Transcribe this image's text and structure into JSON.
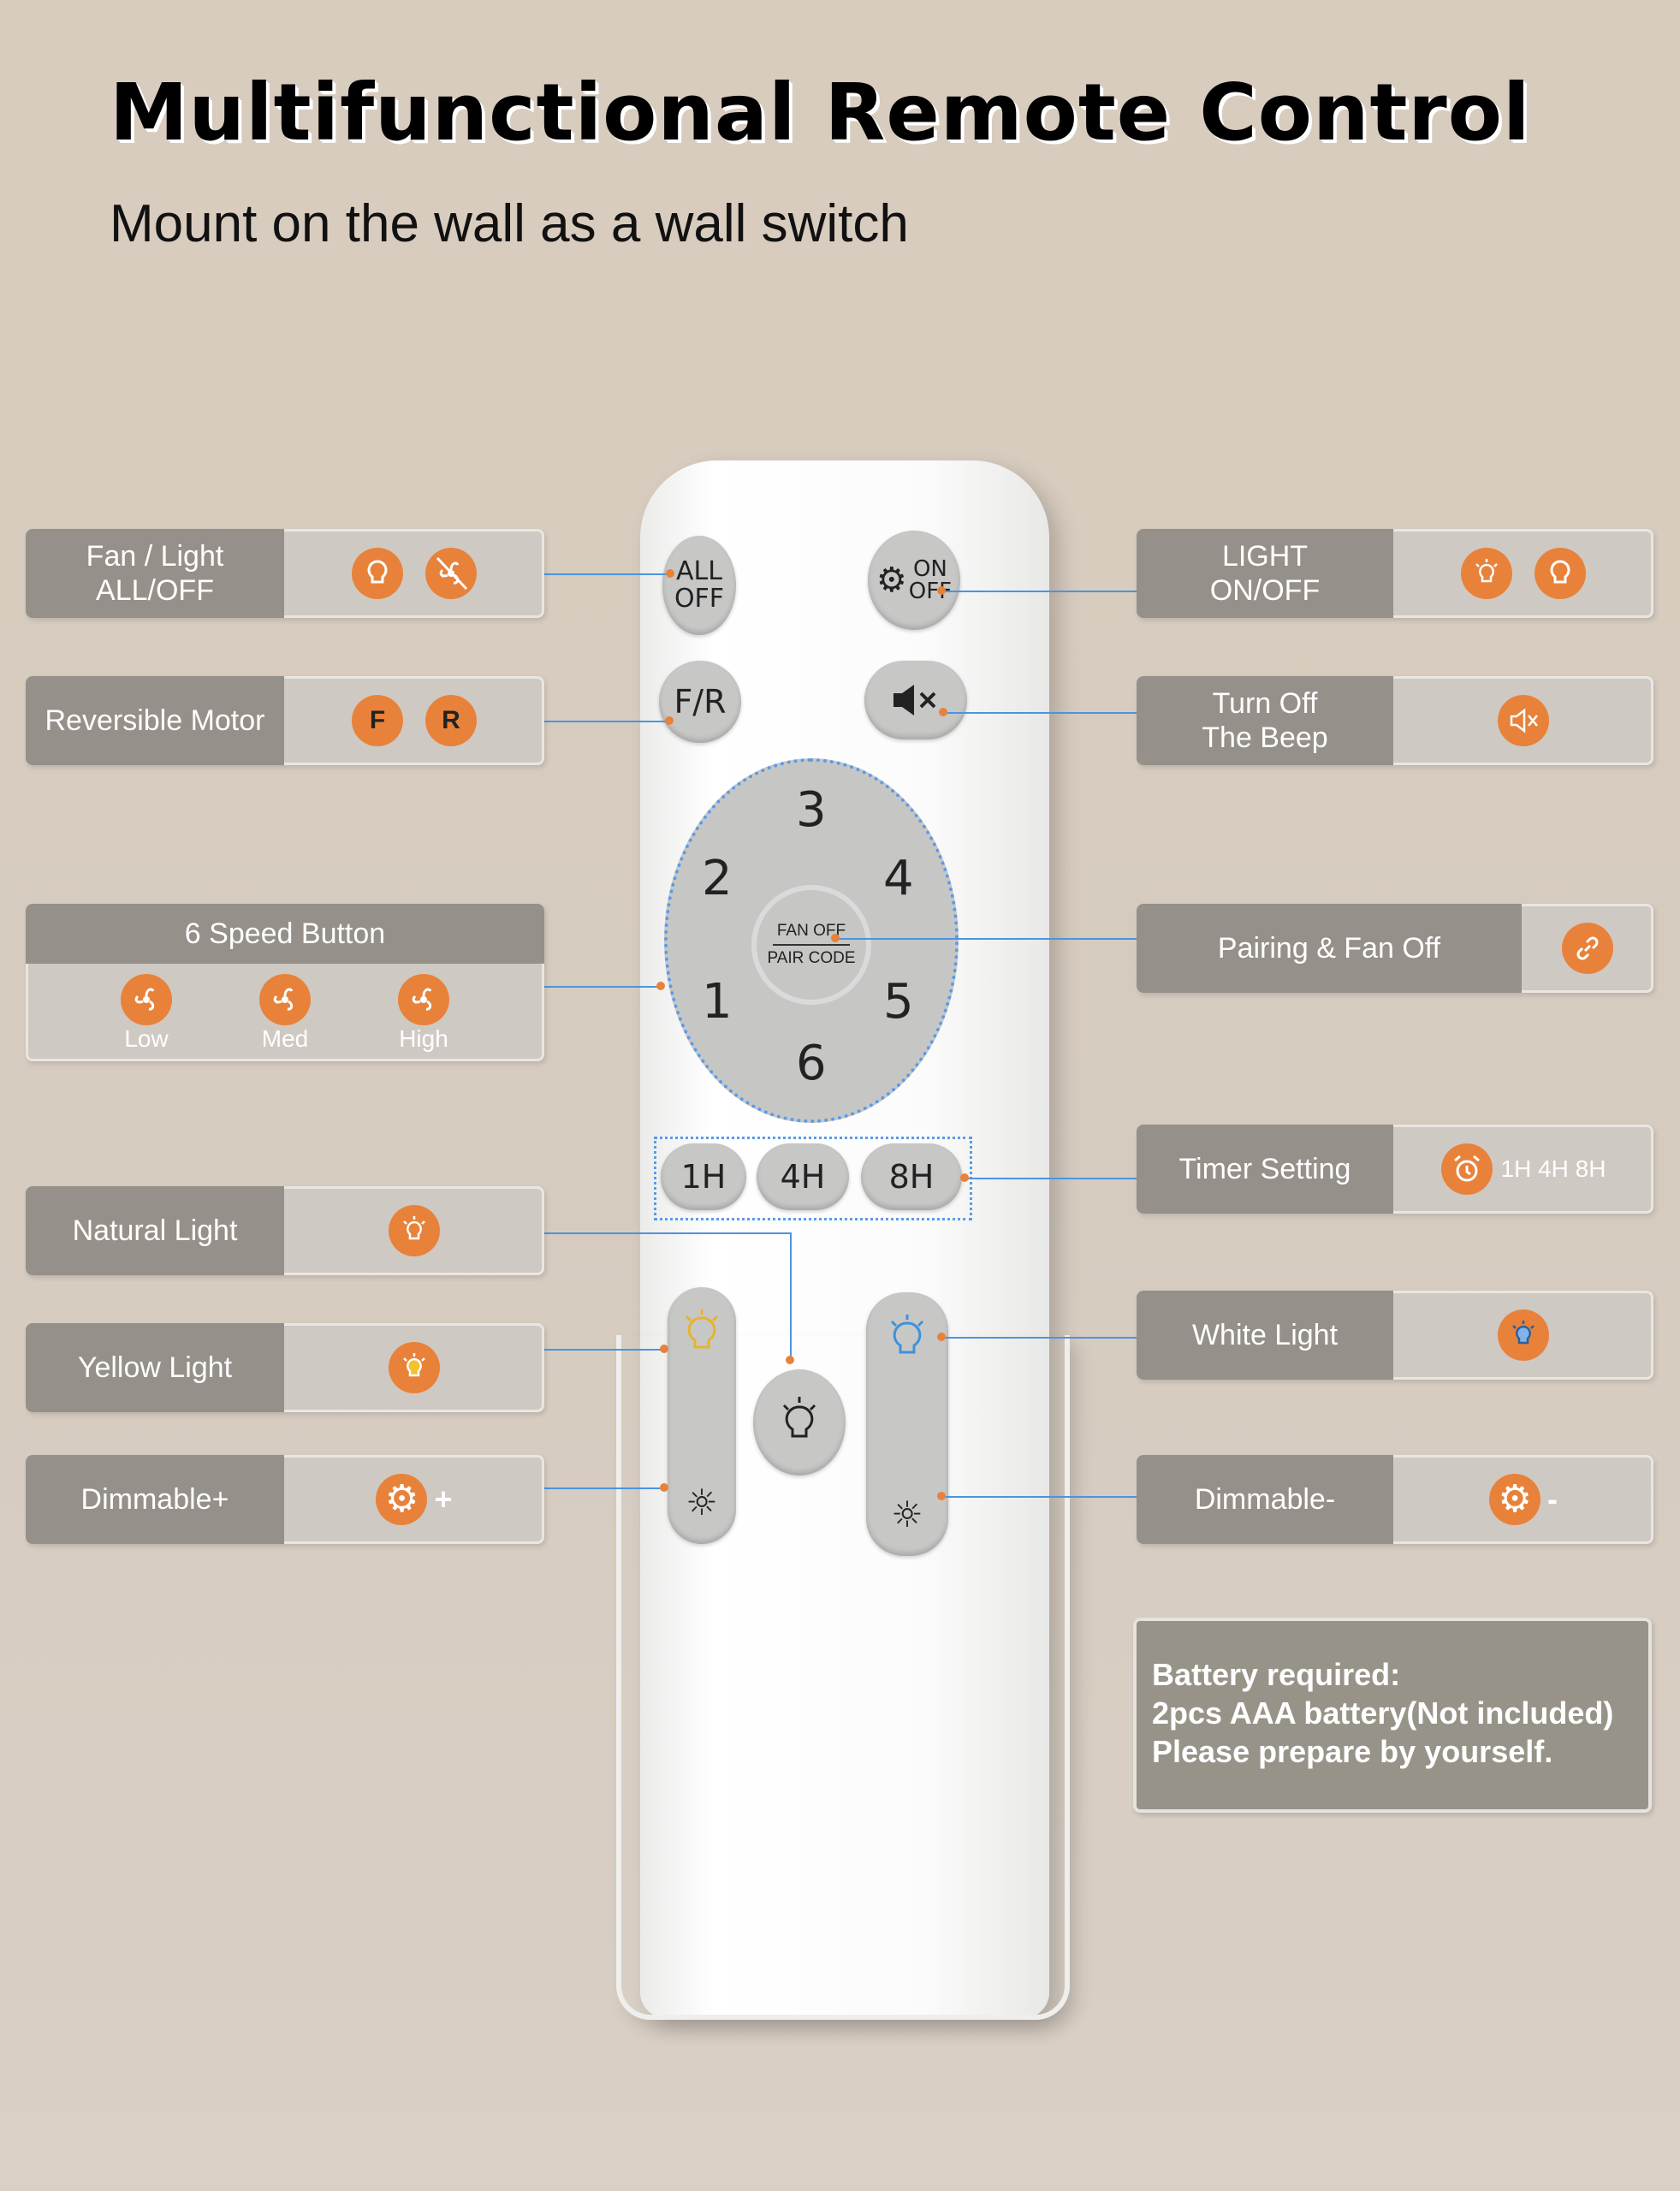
{
  "title": "Multifunctional Remote Control",
  "subtitle": "Mount on the wall as a wall switch",
  "labels": {
    "fan_light": "Fan / Light\nALL/OFF",
    "reversible": "Reversible Motor",
    "reversible_f": "F",
    "reversible_r": "R",
    "speed_title": "6 Speed Button",
    "speed_low": "Low",
    "speed_med": "Med",
    "speed_high": "High",
    "natural": "Natural Light",
    "yellow": "Yellow Light",
    "dim_plus": "Dimmable+",
    "dim_plus_sign": "+",
    "light_onoff": "LIGHT\nON/OFF",
    "beep": "Turn Off\nThe Beep",
    "pairing": "Pairing & Fan Off",
    "timer": "Timer Setting",
    "timer_values": "1H 4H 8H",
    "white": "White Light",
    "dim_minus": "Dimmable-",
    "dim_minus_sign": "-"
  },
  "battery": {
    "line1": "Battery required:",
    "line2": "2pcs AAA battery(Not included)",
    "line3": "Please prepare by yourself."
  },
  "remote": {
    "all_off": "ALL\nOFF",
    "on_off": "ON\nOFF",
    "fr": "F/R",
    "speeds": [
      "1",
      "2",
      "3",
      "4",
      "5",
      "6"
    ],
    "center_top": "FAN OFF",
    "center_bottom": "PAIR CODE",
    "timers": [
      "1H",
      "4H",
      "8H"
    ]
  },
  "colors": {
    "accent": "#e8823a",
    "label_dark": "#959089",
    "label_light": "#cfc9c3",
    "connector": "#4b94e0"
  }
}
